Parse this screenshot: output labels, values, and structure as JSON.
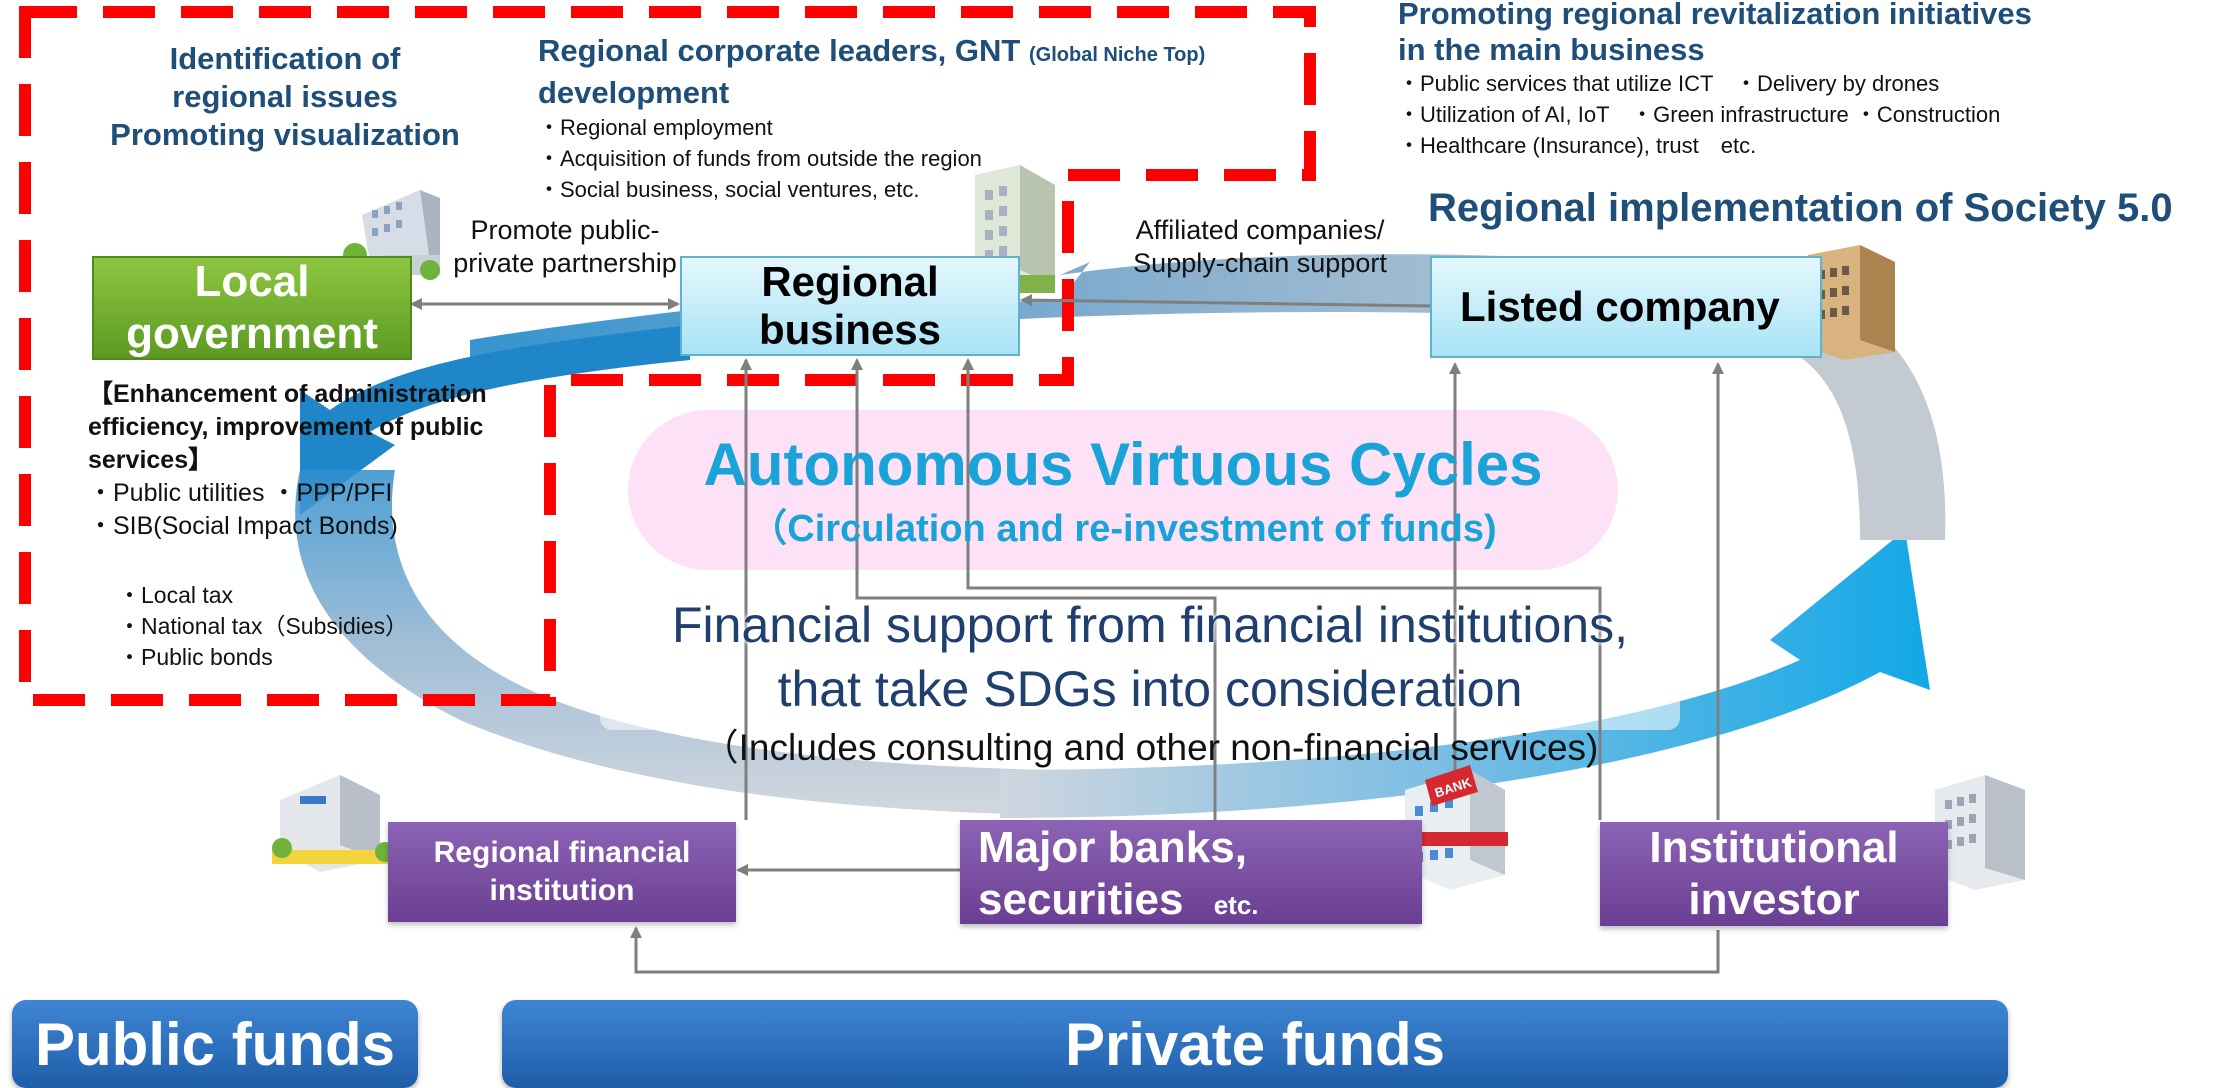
{
  "top_left": {
    "issues_line1": "Identification of",
    "issues_line2": "regional issues",
    "issues_line3": "Promoting visualization"
  },
  "top_center": {
    "title": "Regional corporate leaders, GNT",
    "title_note": "(Global Niche Top)",
    "title_line2": "development",
    "items": [
      "・Regional employment",
      "・Acquisition of funds from outside the region",
      "・Social business, social ventures, etc."
    ]
  },
  "top_right": {
    "title_line1": "Promoting regional revitalization initiatives",
    "title_line2": "in the main business",
    "items": [
      "・Public services that utilize ICT　・Delivery by drones",
      "・Utilization of AI, IoT　・Green infrastructure ・Construction",
      "・Healthcare (Insurance), trust　etc."
    ],
    "society": "Regional implementation of Society 5.0"
  },
  "nodes": {
    "local_gov_line1": "Local",
    "local_gov_line2": "government",
    "regional_business_line1": "Regional",
    "regional_business_line2": "business",
    "listed_company": "Listed company",
    "regional_fi_line1": "Regional financial",
    "regional_fi_line2": "institution",
    "major_banks_line1": "Major banks,",
    "major_banks_line2": "securities",
    "major_banks_etc": "etc.",
    "inst_investor_line1": "Institutional",
    "inst_investor_line2": "investor"
  },
  "edge_labels": {
    "ppp_line1": "Promote public-",
    "ppp_line2": "private partnership",
    "affiliated_line1": "Affiliated companies/",
    "affiliated_line2": "Supply-chain support"
  },
  "local_gov_notes": {
    "heading_line1": "【Enhancement of administration",
    "heading_line2": "efficiency, improvement of public",
    "heading_line3": "services】",
    "items": [
      "・Public utilities ・PPP/PFI",
      "・SIB(Social Impact Bonds)"
    ],
    "tax_items": [
      "・Local tax",
      "・National tax（Subsidies）",
      "・Public bonds"
    ]
  },
  "center": {
    "cycles_title": "Autonomous Virtuous Cycles",
    "cycles_sub": "（Circulation and re-investment of funds)",
    "financial_line1": "Financial support from financial institutions,",
    "financial_line2": "that take SDGs into consideration",
    "financial_note": "（Includes consulting and other non-financial services)"
  },
  "building_signs": {
    "bank": "BANK"
  },
  "bottom": {
    "public_funds": "Public funds",
    "private_funds": "Private funds"
  },
  "colors": {
    "dashed_red": "#ff0000",
    "heading_blue": "#1f4e79",
    "cycle_cyan": "#1aa3d9",
    "local_gov_green": "#6aab2e",
    "purple": "#7a4fa6",
    "fund_blue": "#2a6fbf"
  }
}
